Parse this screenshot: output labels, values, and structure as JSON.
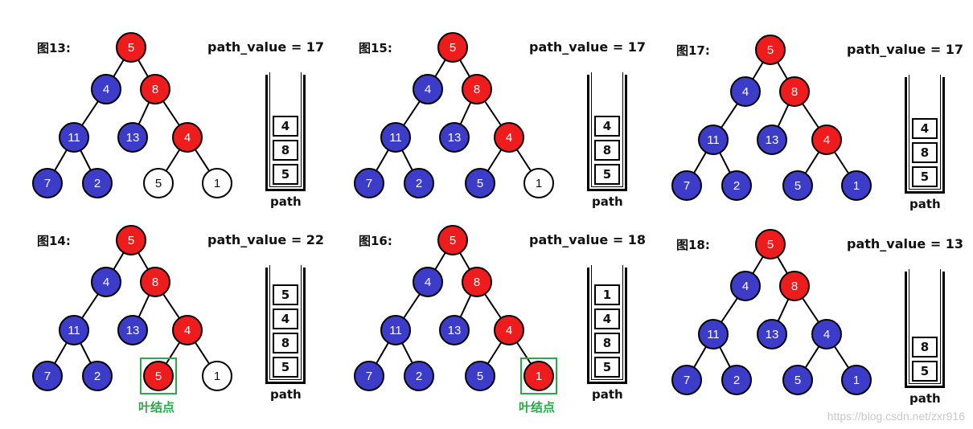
{
  "panels": [
    {
      "label": "图13:",
      "path_value": "path_value = 17",
      "stack": [
        "4",
        "8",
        "5"
      ],
      "path_label": "path",
      "leaf_label": null,
      "nodes": [
        {
          "v": "5",
          "c": "red"
        },
        {
          "v": "4",
          "c": "blue"
        },
        {
          "v": "8",
          "c": "red"
        },
        {
          "v": "11",
          "c": "blue"
        },
        {
          "v": "13",
          "c": "blue"
        },
        {
          "v": "4",
          "c": "red"
        },
        {
          "v": "7",
          "c": "blue"
        },
        {
          "v": "2",
          "c": "blue"
        },
        {
          "v": "5",
          "c": "white"
        },
        {
          "v": "1",
          "c": "white"
        }
      ]
    },
    {
      "label": "图15:",
      "path_value": "path_value = 17",
      "stack": [
        "4",
        "8",
        "5"
      ],
      "path_label": "path",
      "leaf_label": null,
      "nodes": [
        {
          "v": "5",
          "c": "red"
        },
        {
          "v": "4",
          "c": "blue"
        },
        {
          "v": "8",
          "c": "red"
        },
        {
          "v": "11",
          "c": "blue"
        },
        {
          "v": "13",
          "c": "blue"
        },
        {
          "v": "4",
          "c": "red"
        },
        {
          "v": "7",
          "c": "blue"
        },
        {
          "v": "2",
          "c": "blue"
        },
        {
          "v": "5",
          "c": "blue"
        },
        {
          "v": "1",
          "c": "white"
        }
      ]
    },
    {
      "label": "图17:",
      "path_value": "path_value = 17",
      "stack": [
        "4",
        "8",
        "5"
      ],
      "path_label": "path",
      "leaf_label": null,
      "nodes": [
        {
          "v": "5",
          "c": "red"
        },
        {
          "v": "4",
          "c": "blue"
        },
        {
          "v": "8",
          "c": "red"
        },
        {
          "v": "11",
          "c": "blue"
        },
        {
          "v": "13",
          "c": "blue"
        },
        {
          "v": "4",
          "c": "red"
        },
        {
          "v": "7",
          "c": "blue"
        },
        {
          "v": "2",
          "c": "blue"
        },
        {
          "v": "5",
          "c": "blue"
        },
        {
          "v": "1",
          "c": "blue"
        }
      ]
    },
    {
      "label": "图14:",
      "path_value": "path_value = 22",
      "stack": [
        "5",
        "4",
        "8",
        "5"
      ],
      "path_label": "path",
      "leaf_label": "叶结点",
      "leaf_index": 8,
      "nodes": [
        {
          "v": "5",
          "c": "red"
        },
        {
          "v": "4",
          "c": "blue"
        },
        {
          "v": "8",
          "c": "red"
        },
        {
          "v": "11",
          "c": "blue"
        },
        {
          "v": "13",
          "c": "blue"
        },
        {
          "v": "4",
          "c": "red"
        },
        {
          "v": "7",
          "c": "blue"
        },
        {
          "v": "2",
          "c": "blue"
        },
        {
          "v": "5",
          "c": "red"
        },
        {
          "v": "1",
          "c": "white"
        }
      ]
    },
    {
      "label": "图16:",
      "path_value": "path_value = 18",
      "stack": [
        "1",
        "4",
        "8",
        "5"
      ],
      "path_label": "path",
      "leaf_label": "叶结点",
      "leaf_index": 9,
      "nodes": [
        {
          "v": "5",
          "c": "red"
        },
        {
          "v": "4",
          "c": "blue"
        },
        {
          "v": "8",
          "c": "red"
        },
        {
          "v": "11",
          "c": "blue"
        },
        {
          "v": "13",
          "c": "blue"
        },
        {
          "v": "4",
          "c": "red"
        },
        {
          "v": "7",
          "c": "blue"
        },
        {
          "v": "2",
          "c": "blue"
        },
        {
          "v": "5",
          "c": "blue"
        },
        {
          "v": "1",
          "c": "red"
        }
      ]
    },
    {
      "label": "图18:",
      "path_value": "path_value = 13",
      "stack": [
        "8",
        "5"
      ],
      "path_label": "path",
      "leaf_label": null,
      "nodes": [
        {
          "v": "5",
          "c": "red"
        },
        {
          "v": "4",
          "c": "blue"
        },
        {
          "v": "8",
          "c": "red"
        },
        {
          "v": "11",
          "c": "blue"
        },
        {
          "v": "13",
          "c": "blue"
        },
        {
          "v": "4",
          "c": "blue"
        },
        {
          "v": "7",
          "c": "blue"
        },
        {
          "v": "2",
          "c": "blue"
        },
        {
          "v": "5",
          "c": "blue"
        },
        {
          "v": "1",
          "c": "blue"
        }
      ]
    }
  ],
  "watermark": "https://blog.csdn.net/zxr916",
  "colors": {
    "red": "#ee1c1c",
    "blue": "#3c3cc8",
    "white": "#ffffff",
    "green": "#2aa84a"
  }
}
